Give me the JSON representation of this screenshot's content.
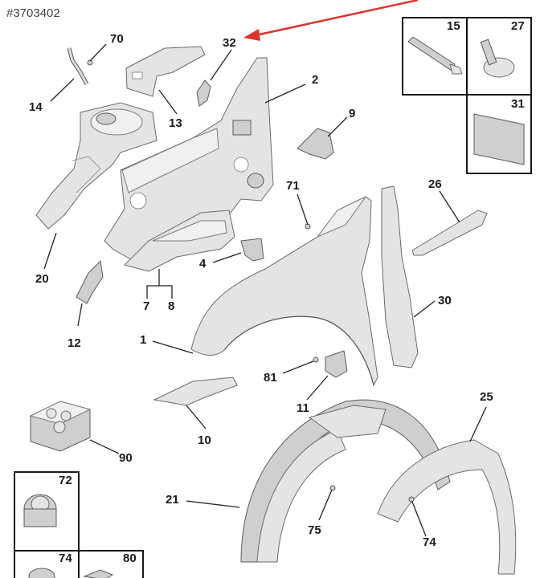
{
  "ref_number": "#3703402",
  "accent_color": "#d9342b",
  "callouts": {
    "c1": "1",
    "c2": "2",
    "c4": "4",
    "c7": "7",
    "c8": "8",
    "c9": "9",
    "c10": "10",
    "c11": "11",
    "c12": "12",
    "c13": "13",
    "c14": "14",
    "c15": "15",
    "c20": "20",
    "c21": "21",
    "c25": "25",
    "c26": "26",
    "c27": "27",
    "c30": "30",
    "c31": "31",
    "c32": "32",
    "c70": "70",
    "c71": "71",
    "c72": "72",
    "c74a": "74",
    "c74b": "74",
    "c75": "75",
    "c80": "80",
    "c81": "81",
    "c90": "90"
  }
}
